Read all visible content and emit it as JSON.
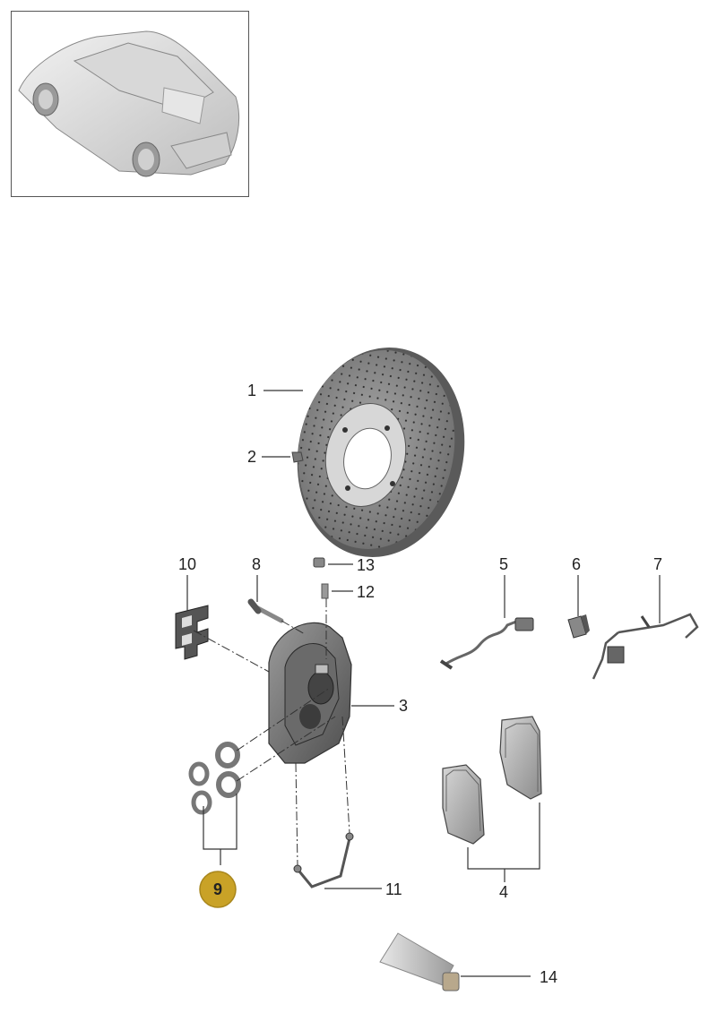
{
  "thumbnail": {
    "icon": "car-thumbnail-icon"
  },
  "labels": {
    "l1": "1",
    "l2": "2",
    "l3": "3",
    "l4": "4",
    "l5": "5",
    "l6": "6",
    "l7": "7",
    "l8": "8",
    "l9": "9",
    "l10": "10",
    "l11": "11",
    "l12": "12",
    "l13": "13",
    "l14": "14"
  },
  "colors": {
    "highlight_badge": "#c9a227",
    "line": "#333333"
  }
}
